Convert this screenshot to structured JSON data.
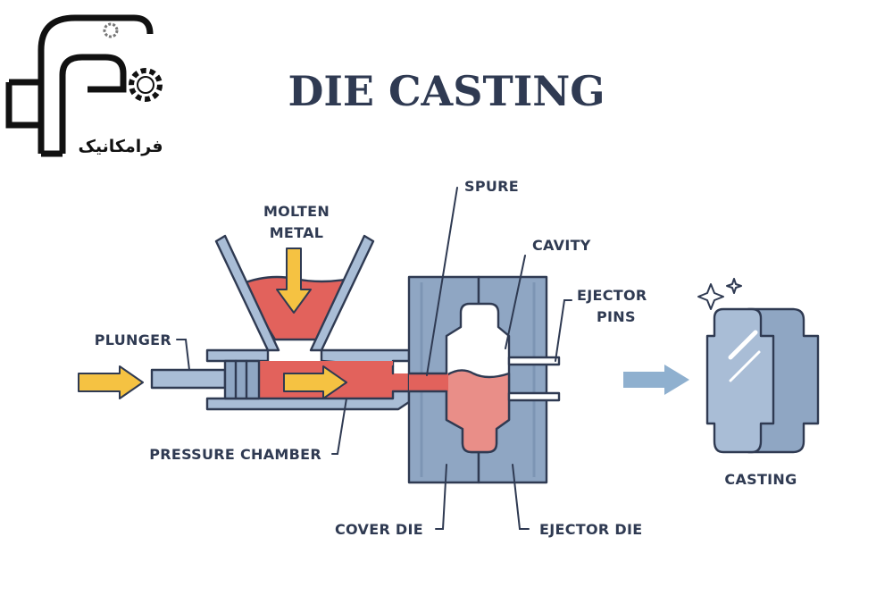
{
  "logo": {
    "text": "فرامکانیک"
  },
  "title": "DIE CASTING",
  "labels": {
    "molten_metal_line1": "MOLTEN",
    "molten_metal_line2": "METAL",
    "spure": "SPURE",
    "cavity": "CAVITY",
    "ejector_pins_line1": "EJECTOR",
    "ejector_pins_line2": "PINS",
    "plunger": "PLUNGER",
    "pressure_chamber": "PRESSURE CHAMBER",
    "cover_die": "COVER DIE",
    "ejector_die": "EJECTOR DIE",
    "casting": "CASTING"
  },
  "colors": {
    "ink": "#2f3a52",
    "molten": "#e2625c",
    "molten_light": "#e98e88",
    "die": "#8fa6c3",
    "die_dark": "#7d95b4",
    "steel": "#a9bdd6",
    "arrow_yellow": "#f5c242",
    "arrow_blue": "#8fb0cf"
  }
}
